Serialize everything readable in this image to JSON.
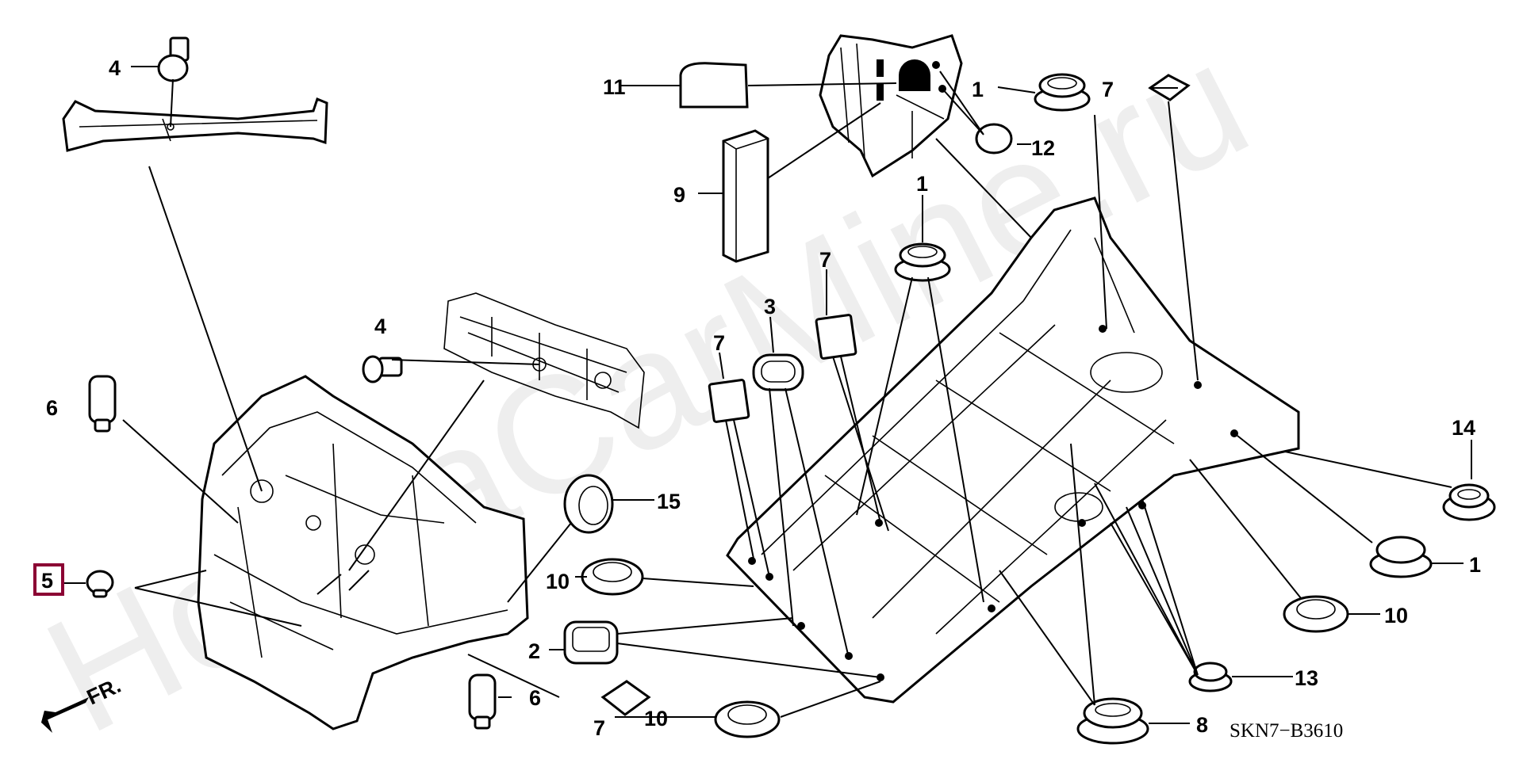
{
  "watermark": "HondaCarMine.ru",
  "diagram_code": "SKN7−B3610",
  "front_marker": "FR.",
  "highlight_color": "#8b0033",
  "callouts": {
    "c4a": "4",
    "c11": "11",
    "c1a": "1",
    "c7a": "7",
    "c12": "12",
    "c9": "9",
    "c1b": "1",
    "c7b": "7",
    "c3": "3",
    "c4b": "4",
    "c7c": "7",
    "c6a": "6",
    "c14": "14",
    "c15": "15",
    "c5": "5",
    "c10a": "10",
    "c1c": "1",
    "c10b": "10",
    "c2": "2",
    "c13": "13",
    "c6b": "6",
    "c7d": "7",
    "c10c": "10",
    "c8": "8"
  }
}
